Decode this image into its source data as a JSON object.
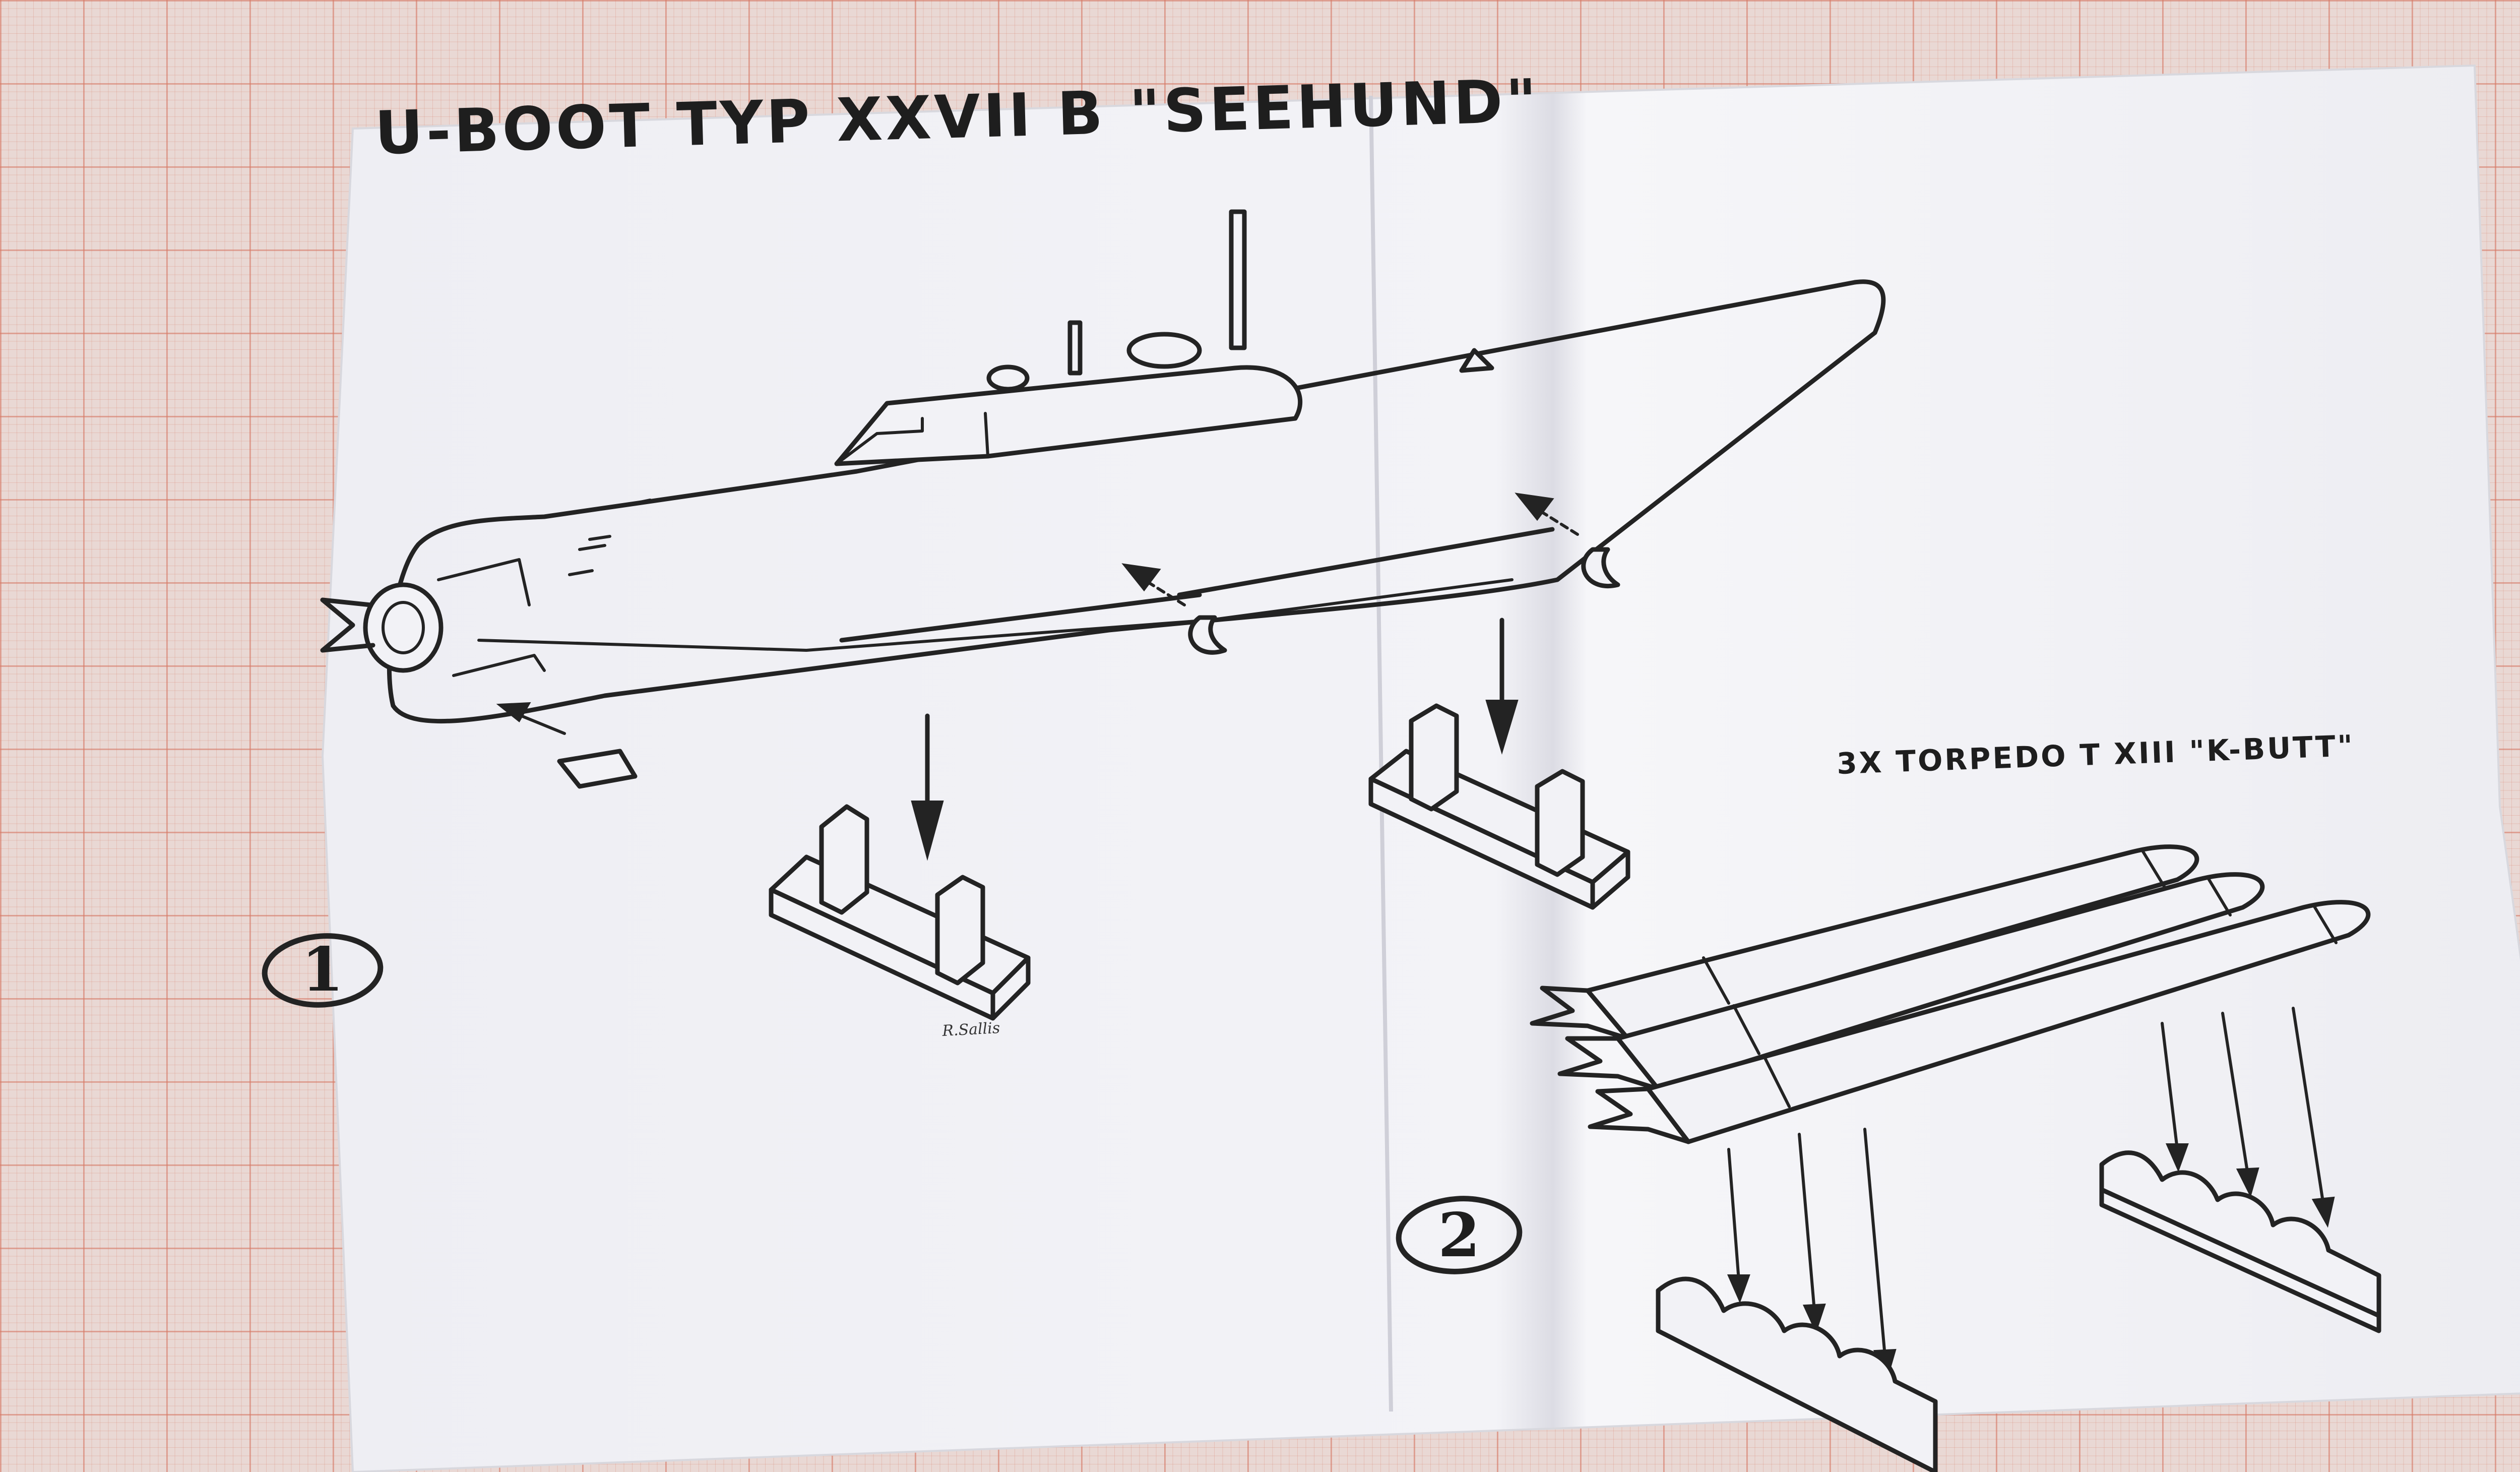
{
  "document": {
    "title": "U-BOOT TYP XXVII B \"SEEHUND\"",
    "torpedo_caption": "3X TORPEDO T XIII \"K-BUTT\"",
    "step_1": "1",
    "step_2": "2",
    "signature": "R.Sallis"
  },
  "colors": {
    "paper": "#f2f2f6",
    "ink": "#232323",
    "grid_background": "#e9d8d4",
    "grid_lines": "#d67864"
  }
}
